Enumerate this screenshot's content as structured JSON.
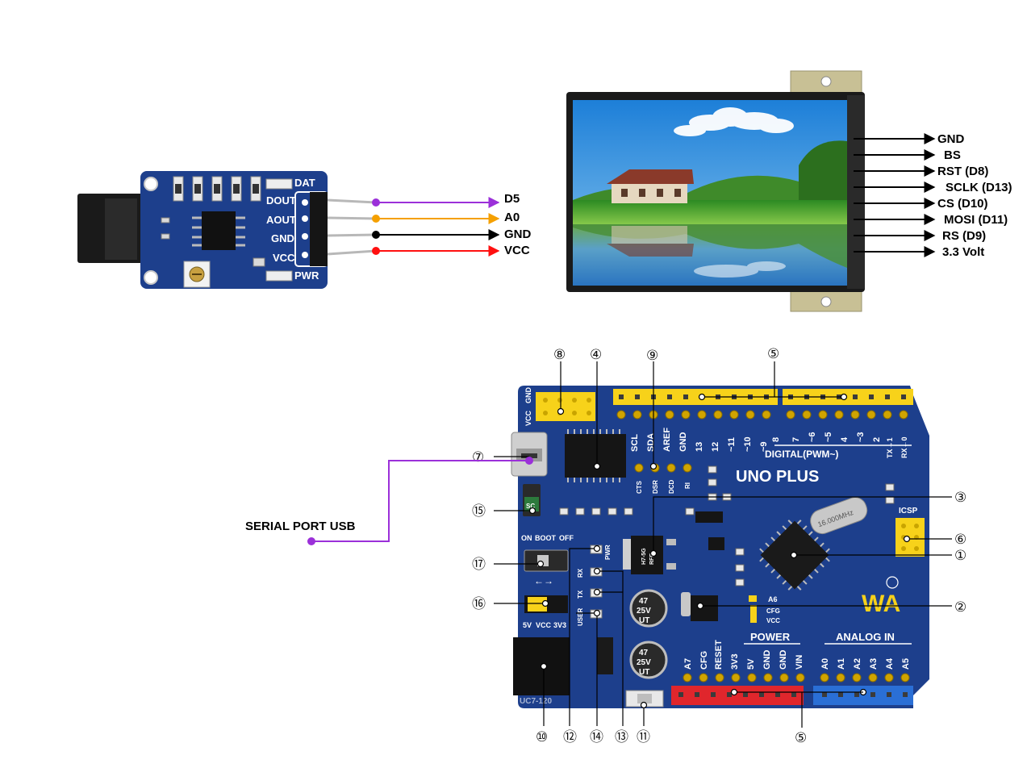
{
  "sensor_module": {
    "board_labels": [
      "DAT",
      "DOUT",
      "AOUT",
      "GND",
      "VCC",
      "PWR"
    ],
    "connections": [
      {
        "pin": "DOUT",
        "label": "D5",
        "color": "#9b30d9"
      },
      {
        "pin": "AOUT",
        "label": "A0",
        "color": "#f5a000"
      },
      {
        "pin": "GND",
        "label": "GND",
        "color": "#000000"
      },
      {
        "pin": "VCC",
        "label": "VCC",
        "color": "#ff1010"
      }
    ]
  },
  "lcd_module": {
    "pins": [
      "GND",
      "BS",
      "RST (D8)",
      "SCLK (D13)",
      "CS (D10)",
      "MOSI (D11)",
      "RS (D9)",
      "3.3 Volt"
    ]
  },
  "uno_plus": {
    "board_name": "UNO PLUS",
    "digital_header_label": "DIGITAL(PWM~)",
    "digital_pins": [
      "SCL",
      "SDA",
      "AREF",
      "GND",
      "13",
      "12",
      "~11",
      "~10",
      "~9",
      "8",
      "7",
      "~6",
      "~5",
      "4",
      "~3",
      "2",
      "TX→1",
      "RX←0"
    ],
    "serial_pins": [
      "CTS",
      "DSR",
      "DCD",
      "RI"
    ],
    "power_header_label": "POWER",
    "power_pins": [
      "A7",
      "CFG",
      "RESET",
      "3V3",
      "5V",
      "GND",
      "GND",
      "VIN"
    ],
    "analog_header_label": "ANALOG IN",
    "analog_pins": [
      "A0",
      "A1",
      "A2",
      "A3",
      "A4",
      "A5"
    ],
    "icsp_label": "ICSP",
    "vcc_gnd_labels": [
      "VCC",
      "GND"
    ],
    "boot_switch_labels": [
      "ON",
      "BOOT",
      "OFF"
    ],
    "voltage_labels": [
      "5V",
      "VCC",
      "3V3"
    ],
    "led_labels": [
      "PWR",
      "RX",
      "TX",
      "USER"
    ],
    "jumper_labels": [
      "A6",
      "CFG",
      "VCC"
    ],
    "capacitor_text": [
      "47",
      "25V",
      "UT"
    ],
    "regulator_text": [
      "H7-5G",
      "RFE"
    ],
    "crystal_text": "16.000MHz",
    "dc_jack_text": "UC7-120",
    "small_chip_text": "SC",
    "logo_text": "WA",
    "serial_port_label": "SERIAL PORT USB",
    "callouts": [
      "①",
      "②",
      "③",
      "④",
      "⑤",
      "⑥",
      "⑦",
      "⑧",
      "⑨",
      "⑩",
      "⑪",
      "⑫",
      "⑬",
      "⑭",
      "⑮",
      "⑯",
      "⑰",
      "⑤"
    ]
  },
  "colors": {
    "pcb_blue": "#1d3f8c",
    "pcb_dark": "#0f2a66",
    "header_yellow": "#f7d21a",
    "header_red": "#e0262c",
    "header_blue": "#2a6fd6",
    "wire_purple": "#9b30d9",
    "wire_orange": "#f5a000",
    "wire_black": "#000000",
    "wire_red": "#ff1010"
  }
}
